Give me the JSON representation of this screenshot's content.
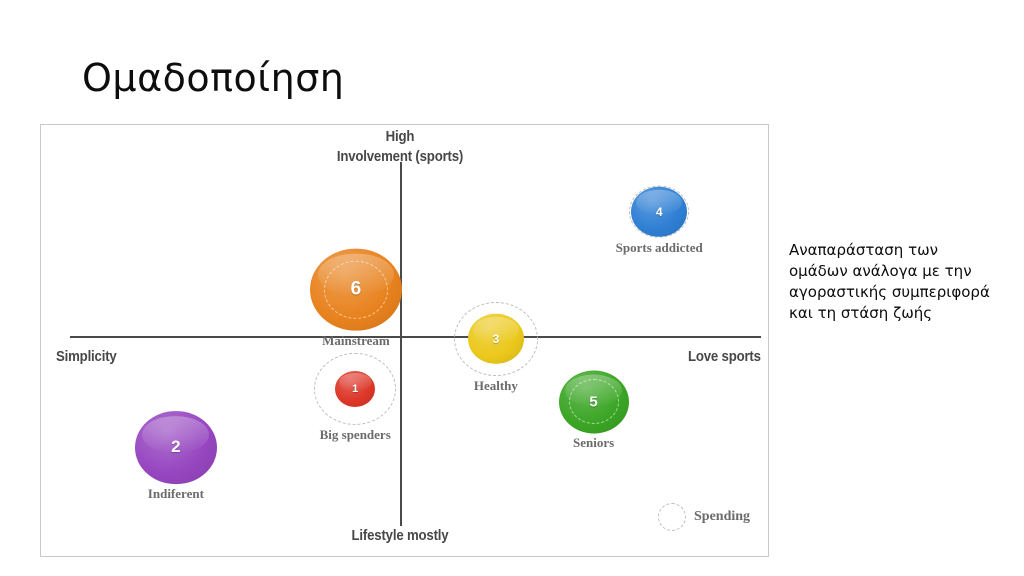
{
  "slide": {
    "title": "Ομαδοποίηση",
    "side_note": "Αναπαράσταση των ομάδων ανάλογα με την αγοραστικής συμπεριφορά και τη στάση ζωής"
  },
  "legend": {
    "swatch_icon": "dashed-circle-icon",
    "label": "Spending"
  },
  "chart_data": {
    "type": "scatter",
    "title": "Ομαδοποίηση",
    "xlabel": "Simplicity — Love sports",
    "ylabel": "High Involvement (sports) — Lifestyle mostly",
    "axis_labels": {
      "top": "High\nInvolvement (sports)",
      "top_line1": "High",
      "top_line2": "Involvement (sports)",
      "bottom": "Lifestyle mostly",
      "left": "Simplicity",
      "right": "Love sports"
    },
    "grid": false,
    "legend_position": "bottom-right",
    "xlim": [
      0,
      100
    ],
    "ylim": [
      0,
      100
    ],
    "bubbles": [
      {
        "id": "4",
        "label": "Sports addicted",
        "color": "#2E7FD4",
        "x": 84.8,
        "y": 80.0,
        "size": 56,
        "spending_ring": 60,
        "inner_ring": 0
      },
      {
        "id": "6",
        "label": "Mainstream",
        "color": "#E8821E",
        "x": 43.2,
        "y": 62.0,
        "size": 92,
        "spending_ring": 0,
        "inner_ring": 64
      },
      {
        "id": "3",
        "label": "Healthy",
        "color": "#EBC81B",
        "x": 62.4,
        "y": 50.6,
        "size": 56,
        "spending_ring": 84,
        "inner_ring": 0
      },
      {
        "id": "1",
        "label": "Big spenders",
        "color": "#DC3627",
        "x": 43.1,
        "y": 39.1,
        "size": 40,
        "spending_ring": 82,
        "inner_ring": 0
      },
      {
        "id": "5",
        "label": "Seniors",
        "color": "#3AA524",
        "x": 75.8,
        "y": 36.1,
        "size": 70,
        "spending_ring": 0,
        "inner_ring": 50
      },
      {
        "id": "2",
        "label": "Indiferent",
        "color": "#9646C0",
        "x": 18.5,
        "y": 25.5,
        "size": 82,
        "spending_ring": 0,
        "inner_ring": 0
      }
    ]
  }
}
